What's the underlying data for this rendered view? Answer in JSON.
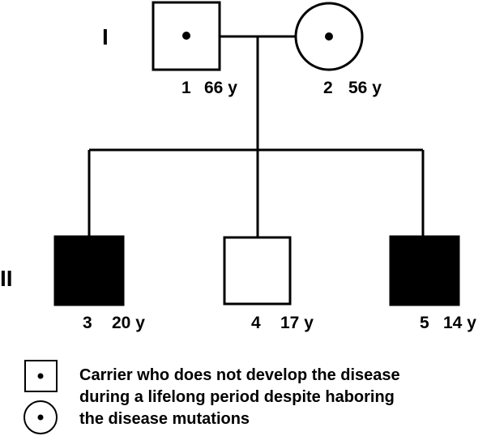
{
  "colors": {
    "line": "#000000",
    "affected_fill": "#000000",
    "unaffected_fill": "#ffffff"
  },
  "generations": {
    "gen1": "I",
    "gen2": "II"
  },
  "individuals": [
    {
      "id": "1",
      "age": "66 y",
      "sex": "male",
      "status": "carrier"
    },
    {
      "id": "2",
      "age": "56 y",
      "sex": "female",
      "status": "carrier"
    },
    {
      "id": "3",
      "age": "20 y",
      "sex": "male",
      "status": "affected"
    },
    {
      "id": "4",
      "age": "17 y",
      "sex": "male",
      "status": "unaffected"
    },
    {
      "id": "5",
      "age": "14 y",
      "sex": "male",
      "status": "affected"
    }
  ],
  "legend": {
    "lines": [
      "Carrier who does not develop the disease",
      "during a lifelong period despite haboring",
      "the disease mutations"
    ]
  }
}
